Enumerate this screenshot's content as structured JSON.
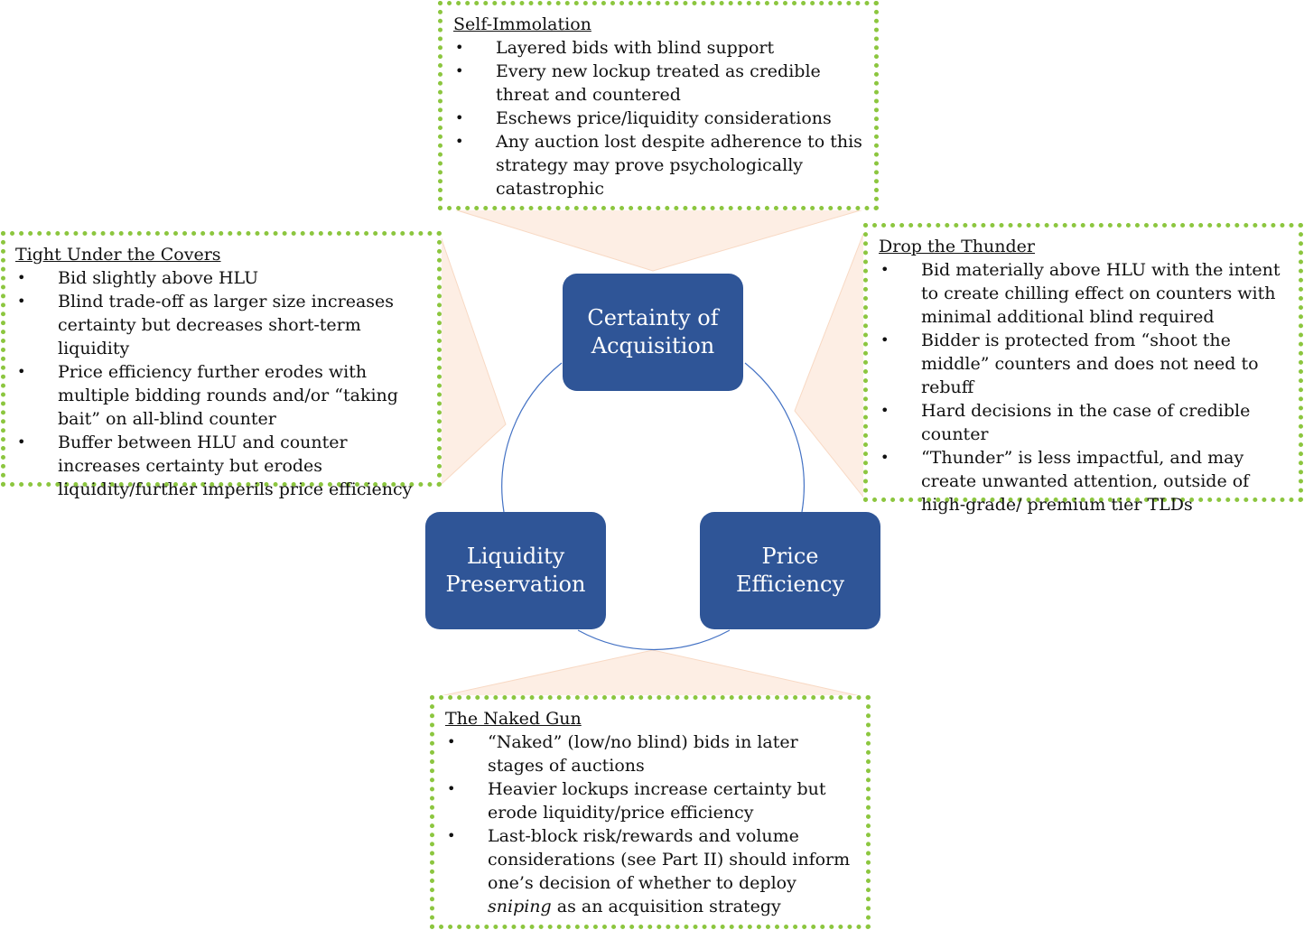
{
  "nodes": {
    "certainty": {
      "line1": "Certainty of",
      "line2": "Acquisition"
    },
    "liquidity": {
      "line1": "Liquidity",
      "line2": "Preservation"
    },
    "price": {
      "line1": "Price",
      "line2": "Efficiency"
    }
  },
  "panels": {
    "top": {
      "title": "Self-Immolation",
      "bullets": [
        "Layered bids with blind support",
        "Every new lockup treated as credible threat and countered",
        "Eschews price/liquidity considerations",
        "Any auction lost despite adherence to this strategy may prove psychologically catastrophic"
      ]
    },
    "left": {
      "title": "Tight Under the Covers",
      "bullets": [
        "Bid slightly above HLU",
        "Blind trade-off as larger size increases certainty but decreases short-term liquidity",
        "Price efficiency further erodes with multiple bidding rounds and/or “taking bait” on all-blind counter",
        "Buffer between HLU and counter increases certainty but erodes liquidity/further imperils price efficiency"
      ]
    },
    "right": {
      "title": "Drop the Thunder",
      "bullets": [
        "Bid materially above HLU with the intent to create chilling effect on counters with minimal additional blind required",
        "Bidder is protected from “shoot the middle” counters and does not need to rebuff",
        "Hard decisions in the case of credible counter",
        "“Thunder” is less impactful, and may create unwanted attention, outside of high-grade/ premium tier TLDs"
      ]
    },
    "bottom": {
      "title": "The Naked Gun",
      "bullets": [
        "“Naked” (low/no blind) bids in later stages of auctions",
        "Heavier lockups increase certainty but erode liquidity/price efficiency"
      ],
      "last_bullet": {
        "before": "Last-block risk/rewards and volume considerations (see Part II) should inform one’s decision of whether to deploy ",
        "italic": "sniping",
        "after": " as an acquisition strategy"
      }
    }
  },
  "colors": {
    "node_fill": "#2F5597",
    "cycle_line": "#4472C4",
    "panel_border": "#8CC63F",
    "callout_fill": "#FDEEE4"
  }
}
